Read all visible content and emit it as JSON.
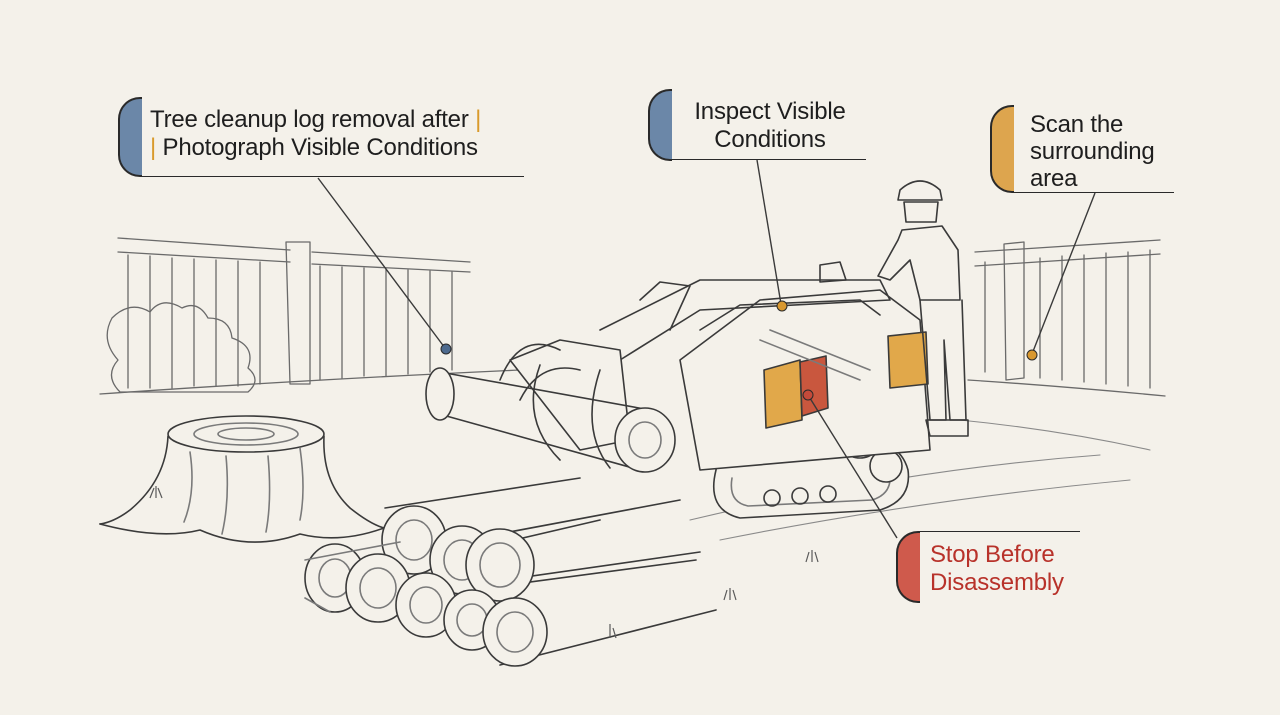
{
  "callouts": {
    "log_removal": {
      "line1": "Tree cleanup log removal after",
      "line2": "Photograph Visible Conditions",
      "pipe": "|",
      "accent": "#6b87a8"
    },
    "inspect": {
      "line1": "Inspect Visible",
      "line2": "Conditions",
      "accent": "#6b87a8"
    },
    "scan": {
      "line1": "Scan the",
      "line2": "surrounding",
      "line3": "area",
      "accent": "#dda54e"
    },
    "stop": {
      "line1": "Stop Before",
      "line2": "Disassembly",
      "accent": "#cf5a4c",
      "text_color": "#b8322a"
    }
  },
  "colors": {
    "background": "#f4f1ea",
    "ink": "#2a2a2a",
    "panel_orange": "#e1a84a",
    "panel_red": "#c9573e"
  }
}
